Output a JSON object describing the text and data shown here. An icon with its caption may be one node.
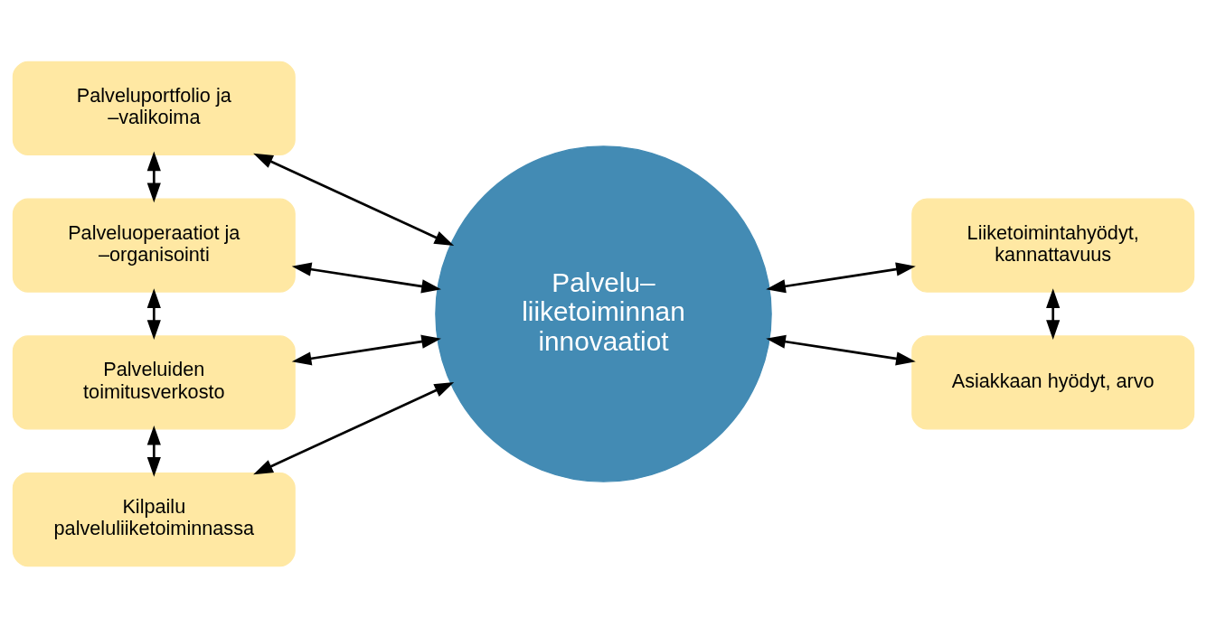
{
  "diagram": {
    "nodes": [
      {
        "text": [
          "Palveluportfolio ja –valikoima"
        ]
      },
      {
        "text": [
          "Palveluoperaatiot ja –organisointi"
        ]
      },
      {
        "text": [
          "Palveluiden toimitusverkosto"
        ]
      },
      {
        "text": [
          "Kilpailu palveluliiketoiminnassa"
        ]
      },
      {
        "text": [
          "Palvelu– liiketoiminnan innovaatiot"
        ]
      },
      {
        "text": [
          "Liiketoimintahyödyt, kannattavuus"
        ]
      },
      {
        "text": [
          "Asiakkaan hyödyt, arvo"
        ]
      }
    ],
    "edges": [
      {
        "from": 0,
        "to": 4,
        "arrow": "both"
      },
      {
        "from": 1,
        "to": 4,
        "arrow": "both"
      },
      {
        "from": 2,
        "to": 4,
        "arrow": "both"
      },
      {
        "from": 3,
        "to": 4,
        "arrow": "both"
      },
      {
        "from": 4,
        "to": 5,
        "arrow": "both"
      },
      {
        "from": 4,
        "to": 6,
        "arrow": "both"
      },
      {
        "from": 0,
        "to": 1,
        "arrow": "both"
      },
      {
        "from": 1,
        "to": 2,
        "arrow": "both"
      },
      {
        "from": 2,
        "to": 3,
        "arrow": "both"
      },
      {
        "from": 5,
        "to": 6,
        "arrow": "both"
      }
    ]
  }
}
